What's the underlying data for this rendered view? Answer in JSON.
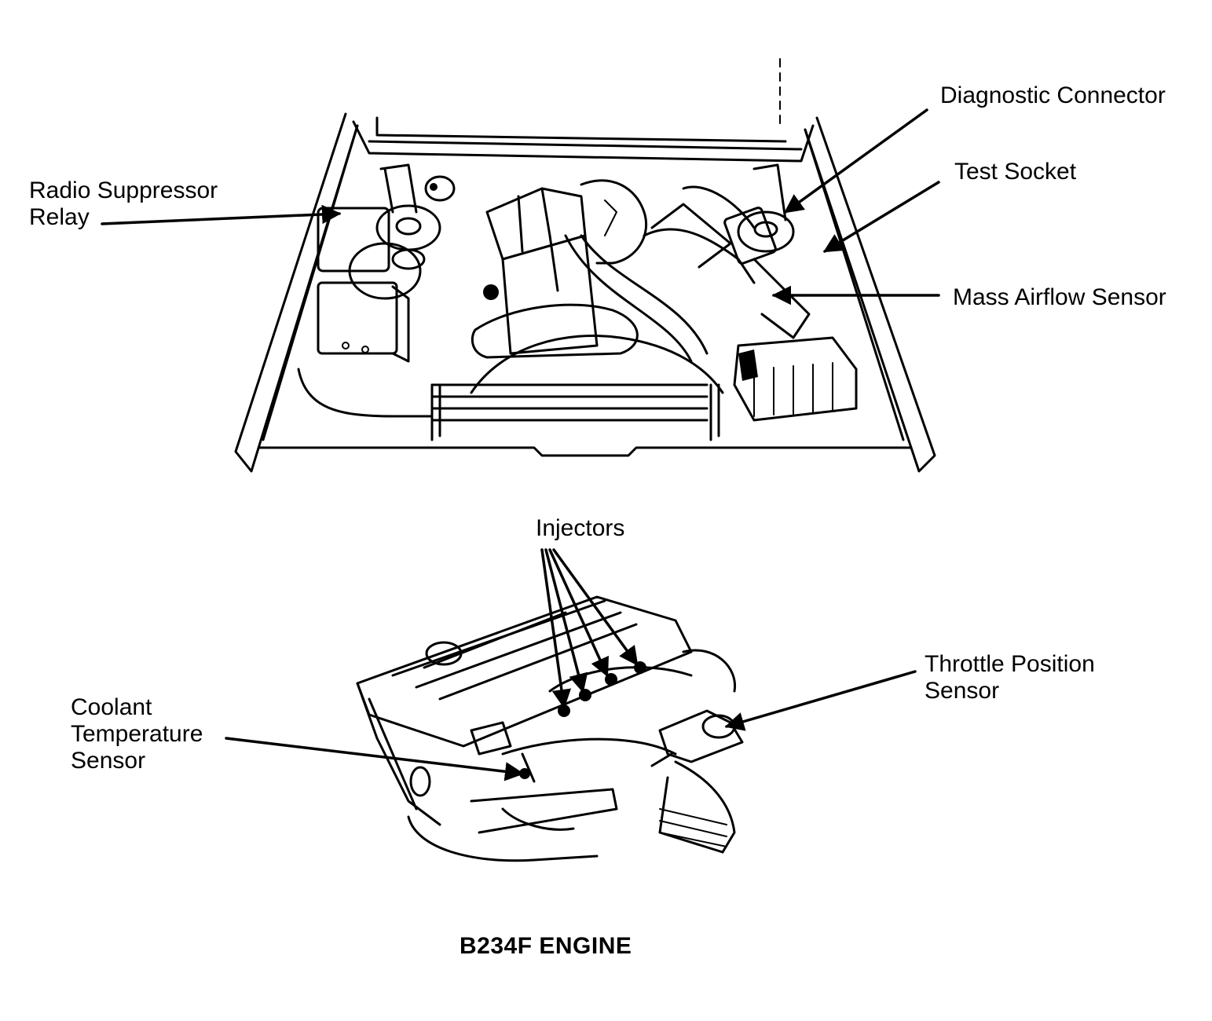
{
  "figure": {
    "caption": "B234F ENGINE"
  },
  "callouts": {
    "diagnostic_connector": "Diagnostic Connector",
    "test_socket": "Test Socket",
    "radio_suppressor_relay_line1": "Radio Suppressor",
    "radio_suppressor_relay_line2": "Relay",
    "mass_airflow_sensor": "Mass Airflow Sensor",
    "injectors": "Injectors",
    "throttle_position_sensor_line1": "Throttle Position",
    "throttle_position_sensor_line2": "Sensor",
    "coolant_temperature_sensor_line1": "Coolant",
    "coolant_temperature_sensor_line2": "Temperature",
    "coolant_temperature_sensor_line3": "Sensor"
  }
}
